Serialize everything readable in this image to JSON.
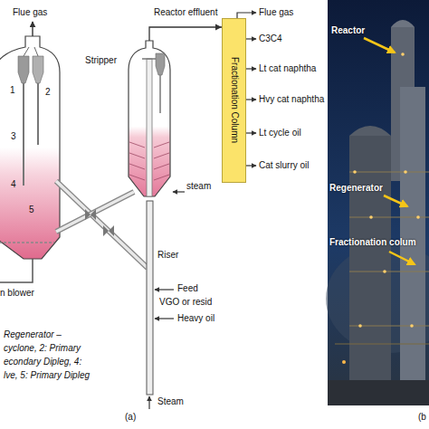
{
  "diagram": {
    "nodes": [
      {
        "text": [
          "Stripper"
        ]
      },
      {
        "text": [
          "Fractionation Column"
        ]
      }
    ],
    "edges": [
      {
        "from": 0,
        "to": 1,
        "arrow": "to",
        "label": "Reactor effluent"
      }
    ],
    "labels": [
      "Flue gas",
      "1",
      "2",
      "3",
      "4",
      "5",
      "steam",
      "Riser",
      "Feed",
      "VGO or resid",
      "Heavy oil",
      "Steam",
      "n blower",
      "Flue gas",
      "C3C4",
      "Lt cat naphtha",
      "Hvy cat naphtha",
      "Lt cycle oil",
      "Cat slurry oil",
      "Regenerator –",
      "cyclone, 2: Primary",
      "econdary Dipleg, 4:",
      "lve, 5: Primary Dipleg",
      "(a)",
      "Reactor",
      "Regenerator",
      "Fractionation colum",
      "(b"
    ]
  }
}
